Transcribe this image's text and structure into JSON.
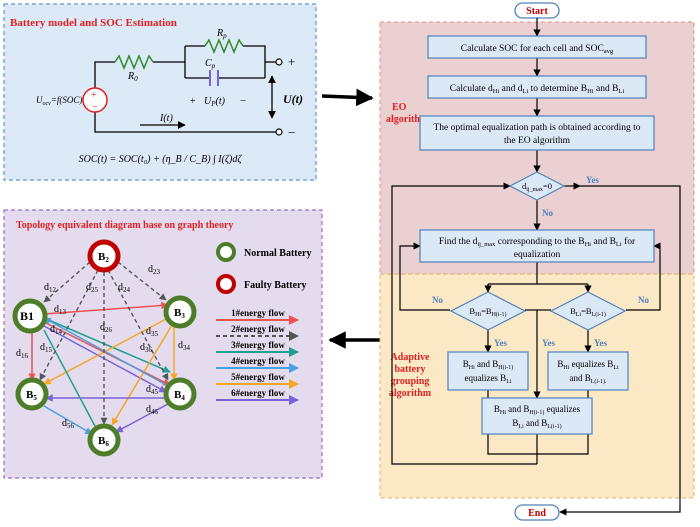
{
  "battery_panel": {
    "title": "Battery model and SOC Estimation",
    "r0": "R",
    "r0_sub": "0",
    "rp": "R",
    "rp_sub": "p",
    "cp": "C",
    "cp_sub": "p",
    "uocv": "U",
    "uocv_sub": "ocv",
    "uocv_rest": "=f(SOC)",
    "up": "U",
    "up_sub": "P",
    "up_rest": "(t)",
    "current": "I(t)",
    "ut": "U(t)",
    "plus": "+",
    "minus": "−",
    "formula": "SOC(t) = SOC(t₀) + (η_B / C_B) ∫ I(ζ)dζ"
  },
  "eo_panel": {
    "label_line1": "EO",
    "label_line2": "algorithm"
  },
  "adaptive_panel": {
    "line1": "Adaptive",
    "line2": "battery",
    "line3": "grouping",
    "line4": "algorithm"
  },
  "flowchart": {
    "start": "Start",
    "end": "End",
    "step1": "Calculate SOC for each cell and SOC",
    "step1_sub": "avg",
    "step2_a": "Calculate d",
    "step2_b": "Hi",
    "step2_c": " and d",
    "step2_d": "Li",
    "step2_e": " to determine B",
    "step2_f": "Hi",
    "step2_g": " and B",
    "step2_h": "Li",
    "step3_line1": "The optimal equalization path is obtained according to",
    "step3_line2": "the EO algorithm",
    "decision1": "d",
    "decision1_sub": "ij_max",
    "decision1_rest": "=0",
    "yes": "Yes",
    "no": "No",
    "step4_line1": "Find the d",
    "step4_sub": "ij_max",
    "step4_rest": " corresponding to the B",
    "step4_b": "Hi",
    "step4_c": " and B",
    "step4_d": "Li",
    "step4_e": " for",
    "step4_line2": "equalization",
    "decision2": "B",
    "decision2_sub1": "Hi",
    "decision2_mid": "=B",
    "decision2_sub2": "H(i-1)",
    "decision3": "B",
    "decision3_sub1": "Li",
    "decision3_mid": "=B",
    "decision3_sub2": "L(i-1)",
    "box_left_l1": "B",
    "box_left_s1": "Hi",
    "box_left_m1": " and B",
    "box_left_s2": "H(i-1)",
    "box_left_l2": "equalizes B",
    "box_left_s3": "Li",
    "box_right_l1": "B",
    "box_right_s1": "Hi",
    "box_right_m1": " equalizes B",
    "box_right_s2": "Li",
    "box_right_l2": "and B",
    "box_right_s3": "L(i-1).",
    "box_mid_l1": "B",
    "box_mid_s1": "Hi",
    "box_mid_m1": " and B",
    "box_mid_s2": "H(i-1)",
    "box_mid_m2": " equalizes",
    "box_mid_l2": "B",
    "box_mid_s3": "Li",
    "box_mid_m3": " and B",
    "box_mid_s4": "L(i-1)"
  },
  "topology_panel": {
    "title": "Topology equivalent diagram base on graph theory",
    "legend_normal": "Normal Battery",
    "legend_faulty": "Faulty Battery",
    "flows": [
      "1#energy flow",
      "2#energy flow",
      "3#energy flow",
      "4#energy flow",
      "5#energy flow",
      "6#energy flow"
    ],
    "node_b1": "B1",
    "node_b2": "B",
    "node_b2_sub": "2",
    "node_b3": "B",
    "node_b3_sub": "3",
    "node_b4": "B",
    "node_b4_sub": "4",
    "node_b5": "B",
    "node_b5_sub": "5",
    "node_b6": "B",
    "node_b6_sub": "6",
    "edge_labels": {
      "d12": "d",
      "d12_sub": "12",
      "d13": "d",
      "d13_sub": "13",
      "d14": "d",
      "d14_sub": "14",
      "d15": "d",
      "d15_sub": "15",
      "d16": "d",
      "d16_sub": "16",
      "d23": "d",
      "d23_sub": "23",
      "d24": "d",
      "d24_sub": "24",
      "d25": "d",
      "d25_sub": "25",
      "d26": "d",
      "d26_sub": "26",
      "d34": "d",
      "d34_sub": "34",
      "d35": "d",
      "d35_sub": "35",
      "d36": "d",
      "d36_sub": "36",
      "d45": "d",
      "d45_sub": "45",
      "d46": "d",
      "d46_sub": "46",
      "d56": "d",
      "d56_sub": "56"
    }
  },
  "colors": {
    "battery_bg": "#dce9f7",
    "battery_border": "#5b9bd5",
    "eo_bg": "#ead0d0",
    "adaptive_bg": "#fbe9c6",
    "topology_bg": "#e5dbee",
    "topology_border": "#9b6fbf",
    "box_fill": "#dbe8f6",
    "box_stroke": "#4f81bd",
    "title_red": "#e02020",
    "node_green": "#4e7d2a",
    "node_red": "#c00000",
    "flow1": "#f05050",
    "flow2": "#555555",
    "flow3": "#20a090",
    "flow4": "#4aa0e0",
    "flow5": "#f5a623",
    "flow6": "#7a62d8"
  }
}
